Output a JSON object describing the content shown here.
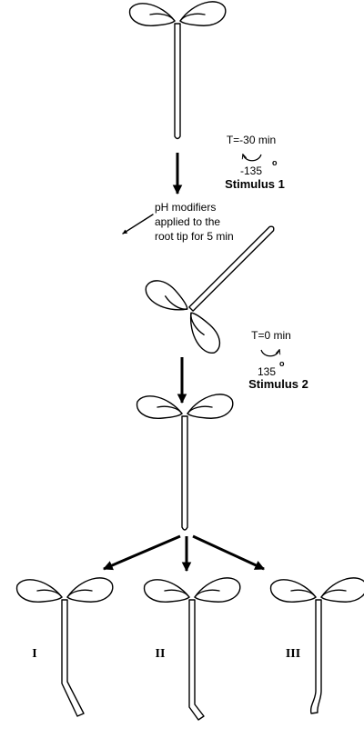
{
  "stimulus1": {
    "time": "T=-30 min",
    "angle": "-135",
    "degree_mark": "o",
    "name": "Stimulus 1"
  },
  "treatment_note": {
    "line1": "pH modifiers",
    "line2": "applied to the",
    "line3": "root tip for 5 min"
  },
  "stimulus2": {
    "time": "T=0 min",
    "angle": "135",
    "degree_mark": "o",
    "name": "Stimulus 2"
  },
  "outcomes": [
    "I",
    "II",
    "III"
  ]
}
